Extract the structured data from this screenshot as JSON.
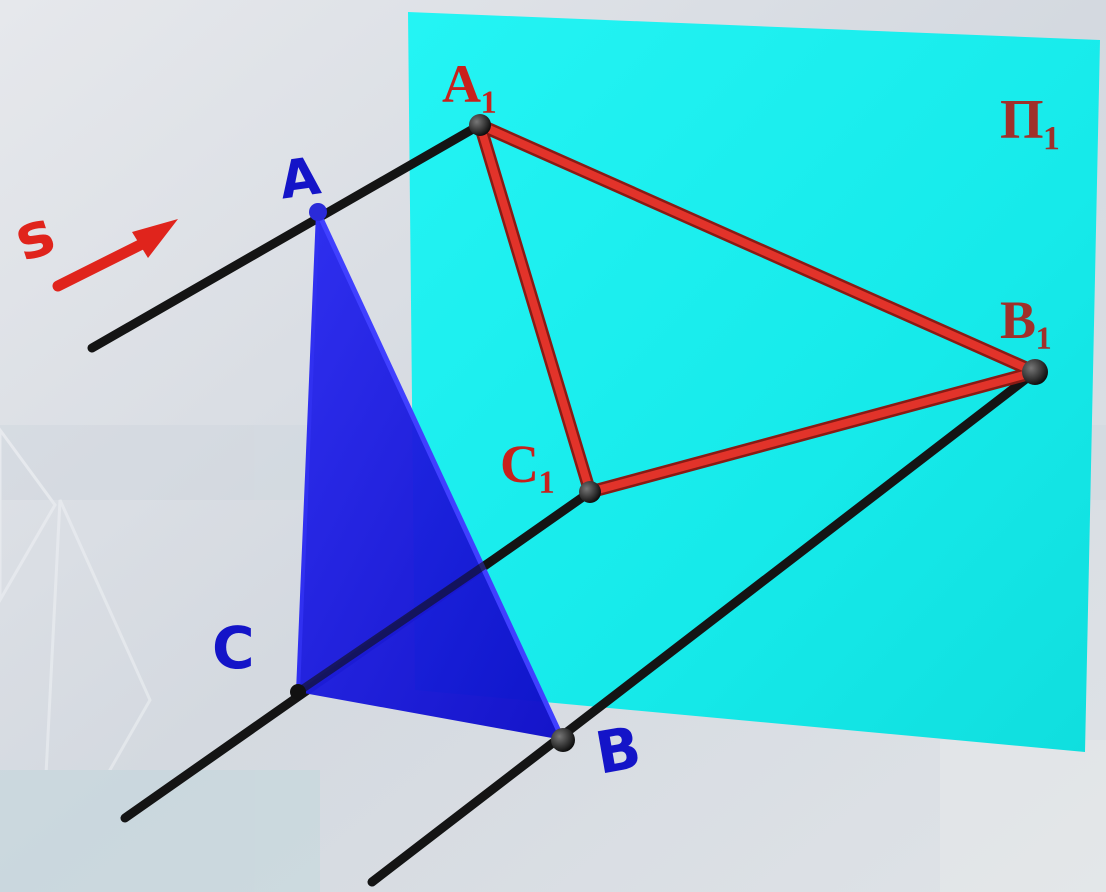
{
  "diagram": {
    "plane_label": "Π₁",
    "direction_label": "s",
    "points": {
      "A1": "A₁",
      "B1": "B₁",
      "C1": "C₁",
      "A": "A",
      "B": "B",
      "C": "C"
    },
    "colors": {
      "plane": "#1ef2f2",
      "projection_edges": "#e2332a",
      "triangle": "#1a1ae0",
      "projectors": "#141414",
      "direction_arrow": "#e0241c",
      "background": "#d9dde3"
    }
  }
}
